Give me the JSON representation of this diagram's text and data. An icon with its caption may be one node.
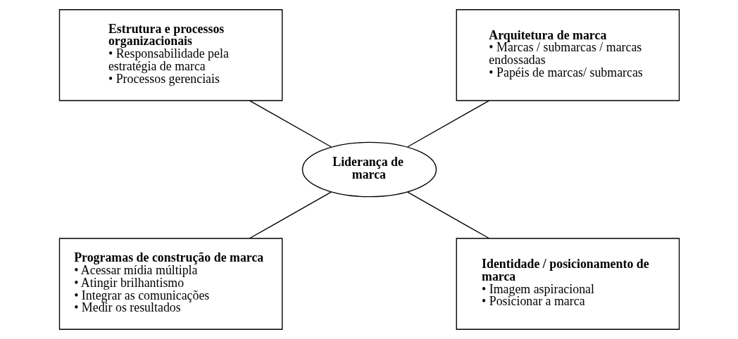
{
  "diagram": {
    "nodes": [
      {
        "text": [
          "Estrutura e processos organizacionais",
          "• Responsabilidade pela estratégia de marca",
          "• Processos gerenciais"
        ]
      },
      {
        "text": [
          "Arquitetura de marca",
          "• Marcas / submarcas / marcas endossadas",
          "• Papéis de marcas/ submarcas"
        ]
      },
      {
        "text": [
          "Liderança de marca"
        ]
      },
      {
        "text": [
          "Programas de construção de marca",
          "• Acessar mídia múltipla",
          "• Atingir brilhantismo",
          "• Integrar as comunicações",
          "• Medir os resultados"
        ]
      },
      {
        "text": [
          "Identidade / posicionamento de marca",
          "• Imagem aspiracional",
          "• Posicionar a marca"
        ]
      }
    ],
    "edges": [
      {
        "from": 2,
        "to": 0,
        "arrow": "none"
      },
      {
        "from": 2,
        "to": 1,
        "arrow": "none"
      },
      {
        "from": 2,
        "to": 3,
        "arrow": "none"
      },
      {
        "from": 2,
        "to": 4,
        "arrow": "none"
      }
    ]
  }
}
